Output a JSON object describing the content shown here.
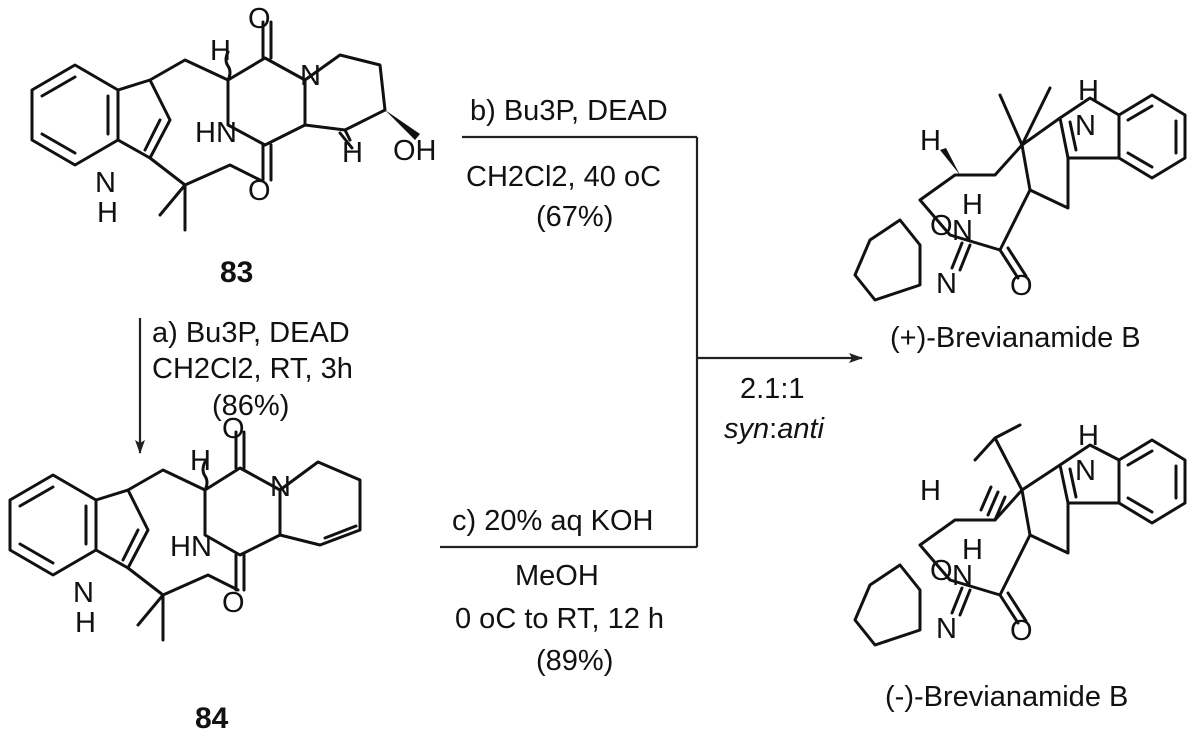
{
  "compounds": {
    "c83": "83",
    "c84": "84",
    "prod_plus": "(+)-Brevianamide B",
    "prod_minus": "(-)-Brevianamide B"
  },
  "conditions": {
    "a_line1": "a) Bu3P, DEAD",
    "a_line2": "CH2Cl2, RT, 3h",
    "a_yield": "(86%)",
    "b_line1": "b) Bu3P, DEAD",
    "b_line2": "CH2Cl2, 40 oC",
    "b_yield": "(67%)",
    "c_line1": "c) 20% aq KOH",
    "c_line2": "MeOH",
    "c_line3": "0 oC to RT, 12 h",
    "c_yield": "(89%)"
  },
  "ratio": {
    "value": "2.1:1",
    "syn": "syn",
    "sep": ":",
    "anti": "anti"
  },
  "atoms": {
    "O": "O",
    "N": "N",
    "H": "H",
    "HN": "HN",
    "NH": "NH",
    "OH": "OH"
  }
}
